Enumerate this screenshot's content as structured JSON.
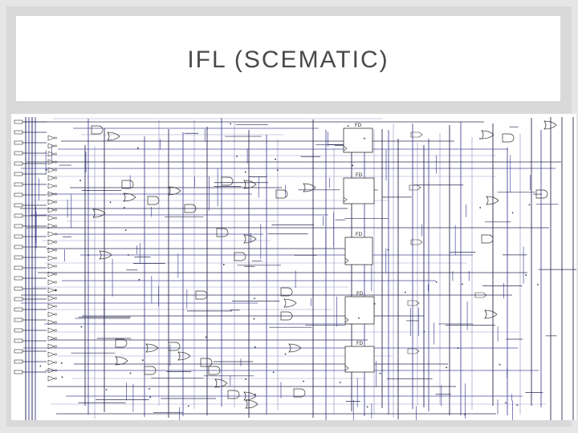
{
  "slide": {
    "title": "IFL (SCEMATIC)"
  },
  "schematic": {
    "flip_flop_label": "FD",
    "flip_flop_count": 5,
    "colors": {
      "wire_dark": "#2b2b55",
      "wire_blue": "#4a4a9a",
      "wire_light": "#9a9ac8",
      "component": "#333333"
    }
  }
}
